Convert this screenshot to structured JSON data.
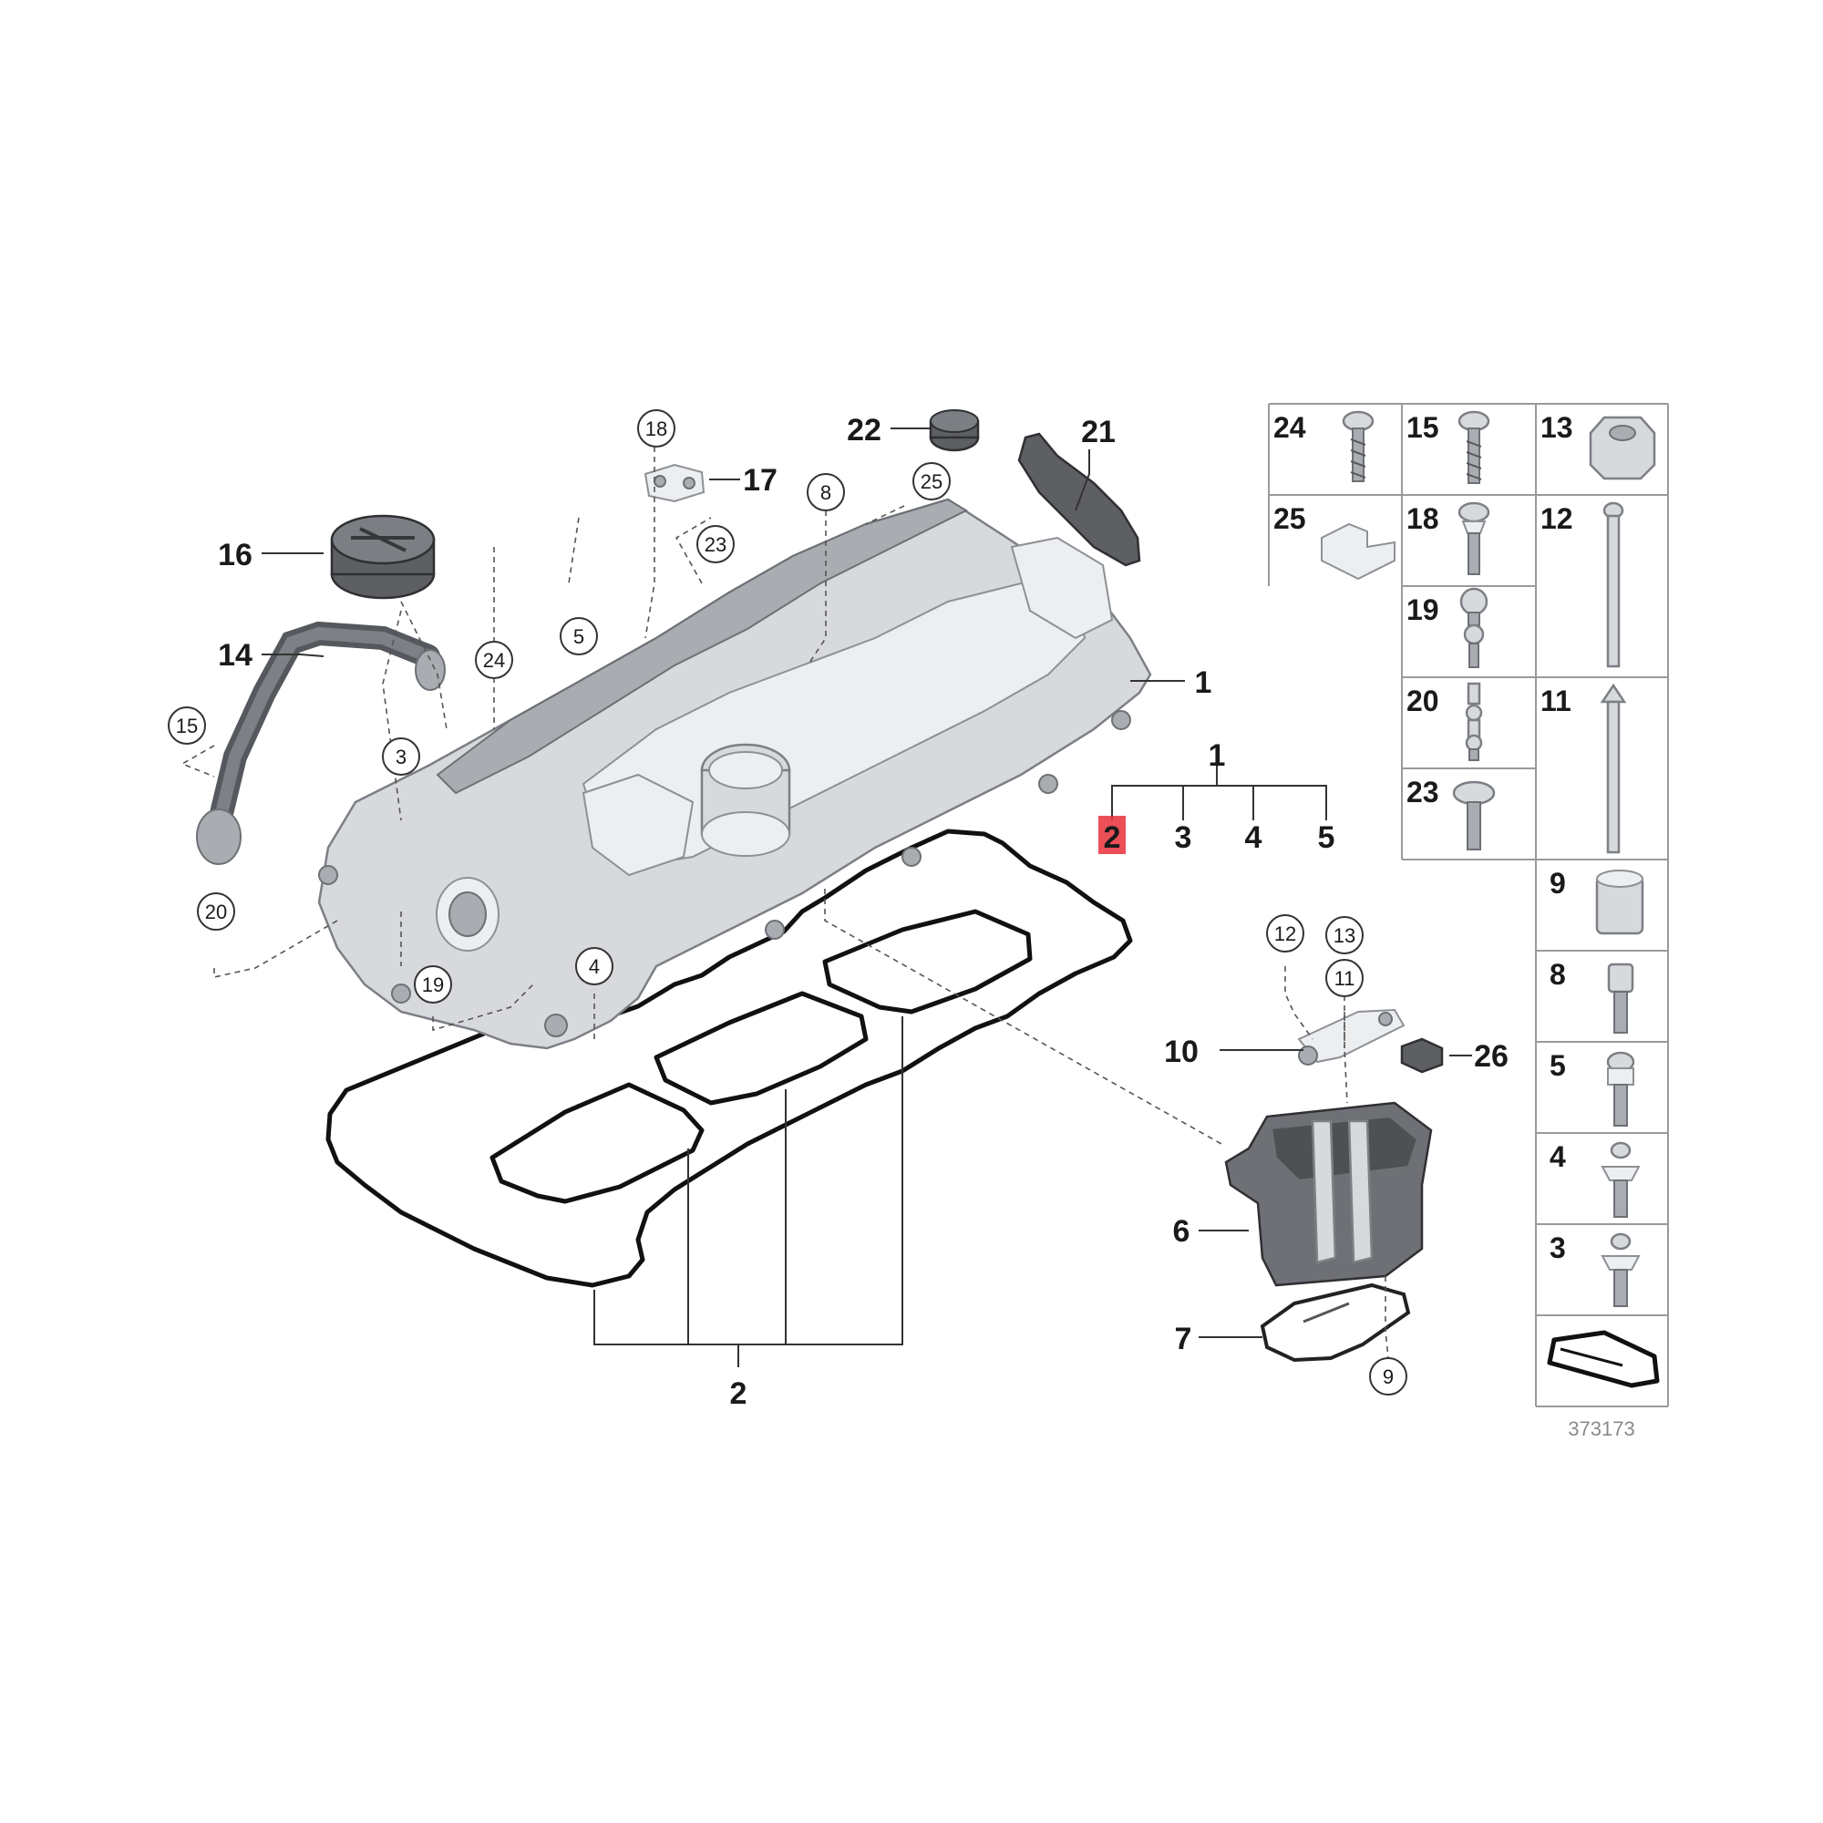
{
  "callouts": {
    "c1": "1",
    "c2": "2",
    "c3": "3",
    "c4": "4",
    "c5": "5",
    "c6": "6",
    "c7": "7",
    "c8": "8",
    "c9": "9",
    "c10": "10",
    "c11": "11",
    "c12": "12",
    "c13": "13",
    "c14": "14",
    "c15": "15",
    "c16": "16",
    "c17": "17",
    "c18": "18",
    "c19": "19",
    "c20": "20",
    "c21": "21",
    "c22": "22",
    "c23": "23",
    "c24": "24",
    "c25": "25",
    "c26": "26"
  },
  "kit": {
    "parent": "1",
    "children": [
      "2",
      "3",
      "4",
      "5"
    ],
    "highlight_color": "#e8303a"
  },
  "parts_grid": {
    "cells": [
      "24",
      "15",
      "13",
      "25",
      "18",
      "12",
      "19",
      "20",
      "11",
      "23",
      "9",
      "8",
      "5",
      "4",
      "3"
    ]
  },
  "drawing_number": "373173"
}
